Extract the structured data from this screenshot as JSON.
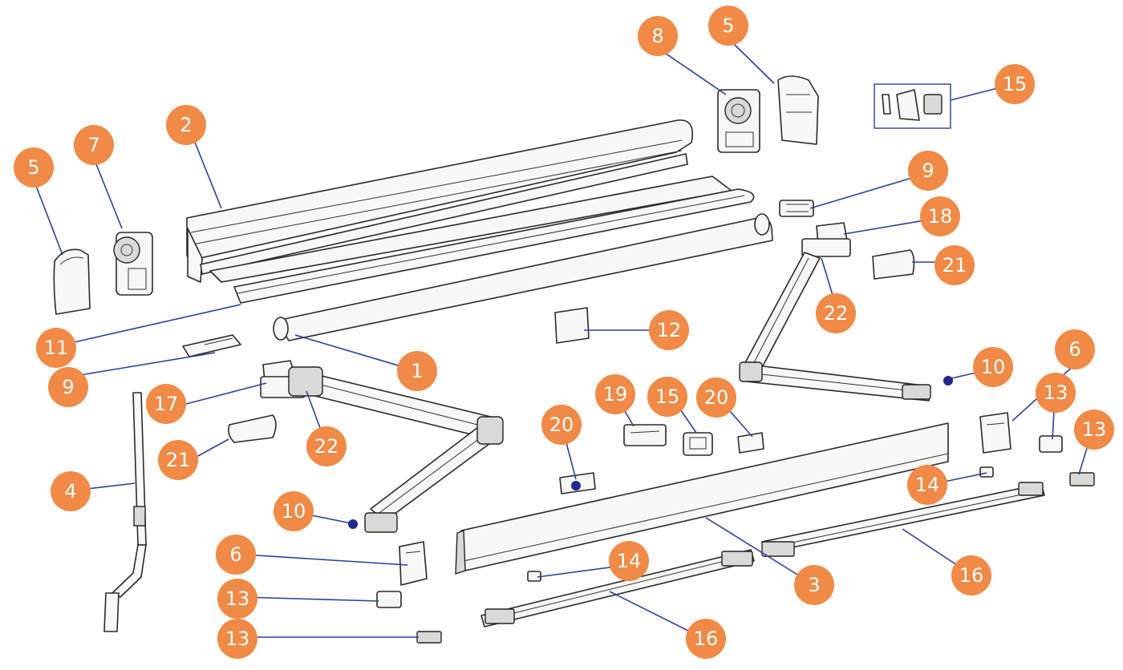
{
  "colors": {
    "badge": "#f08a46",
    "badge_text": "#ffffff",
    "leader": "#2e3e9e",
    "outline": "#2a2a2a"
  },
  "labels": {
    "b1": "1",
    "b2": "2",
    "b3": "3",
    "b4": "4",
    "b5a": "5",
    "b5b": "5",
    "b6a": "6",
    "b6b": "6",
    "b7": "7",
    "b8": "8",
    "b9a": "9",
    "b9b": "9",
    "b10a": "10",
    "b10b": "10",
    "b11": "11",
    "b12": "12",
    "b13a": "13",
    "b13b": "13",
    "b13c": "13",
    "b13d": "13",
    "b14a": "14",
    "b14b": "14",
    "b15a": "15",
    "b15b": "15",
    "b16a": "16",
    "b16b": "16",
    "b17": "17",
    "b18": "18",
    "b19": "19",
    "b20a": "20",
    "b20b": "20",
    "b21a": "21",
    "b21b": "21",
    "b22a": "22",
    "b22b": "22"
  }
}
